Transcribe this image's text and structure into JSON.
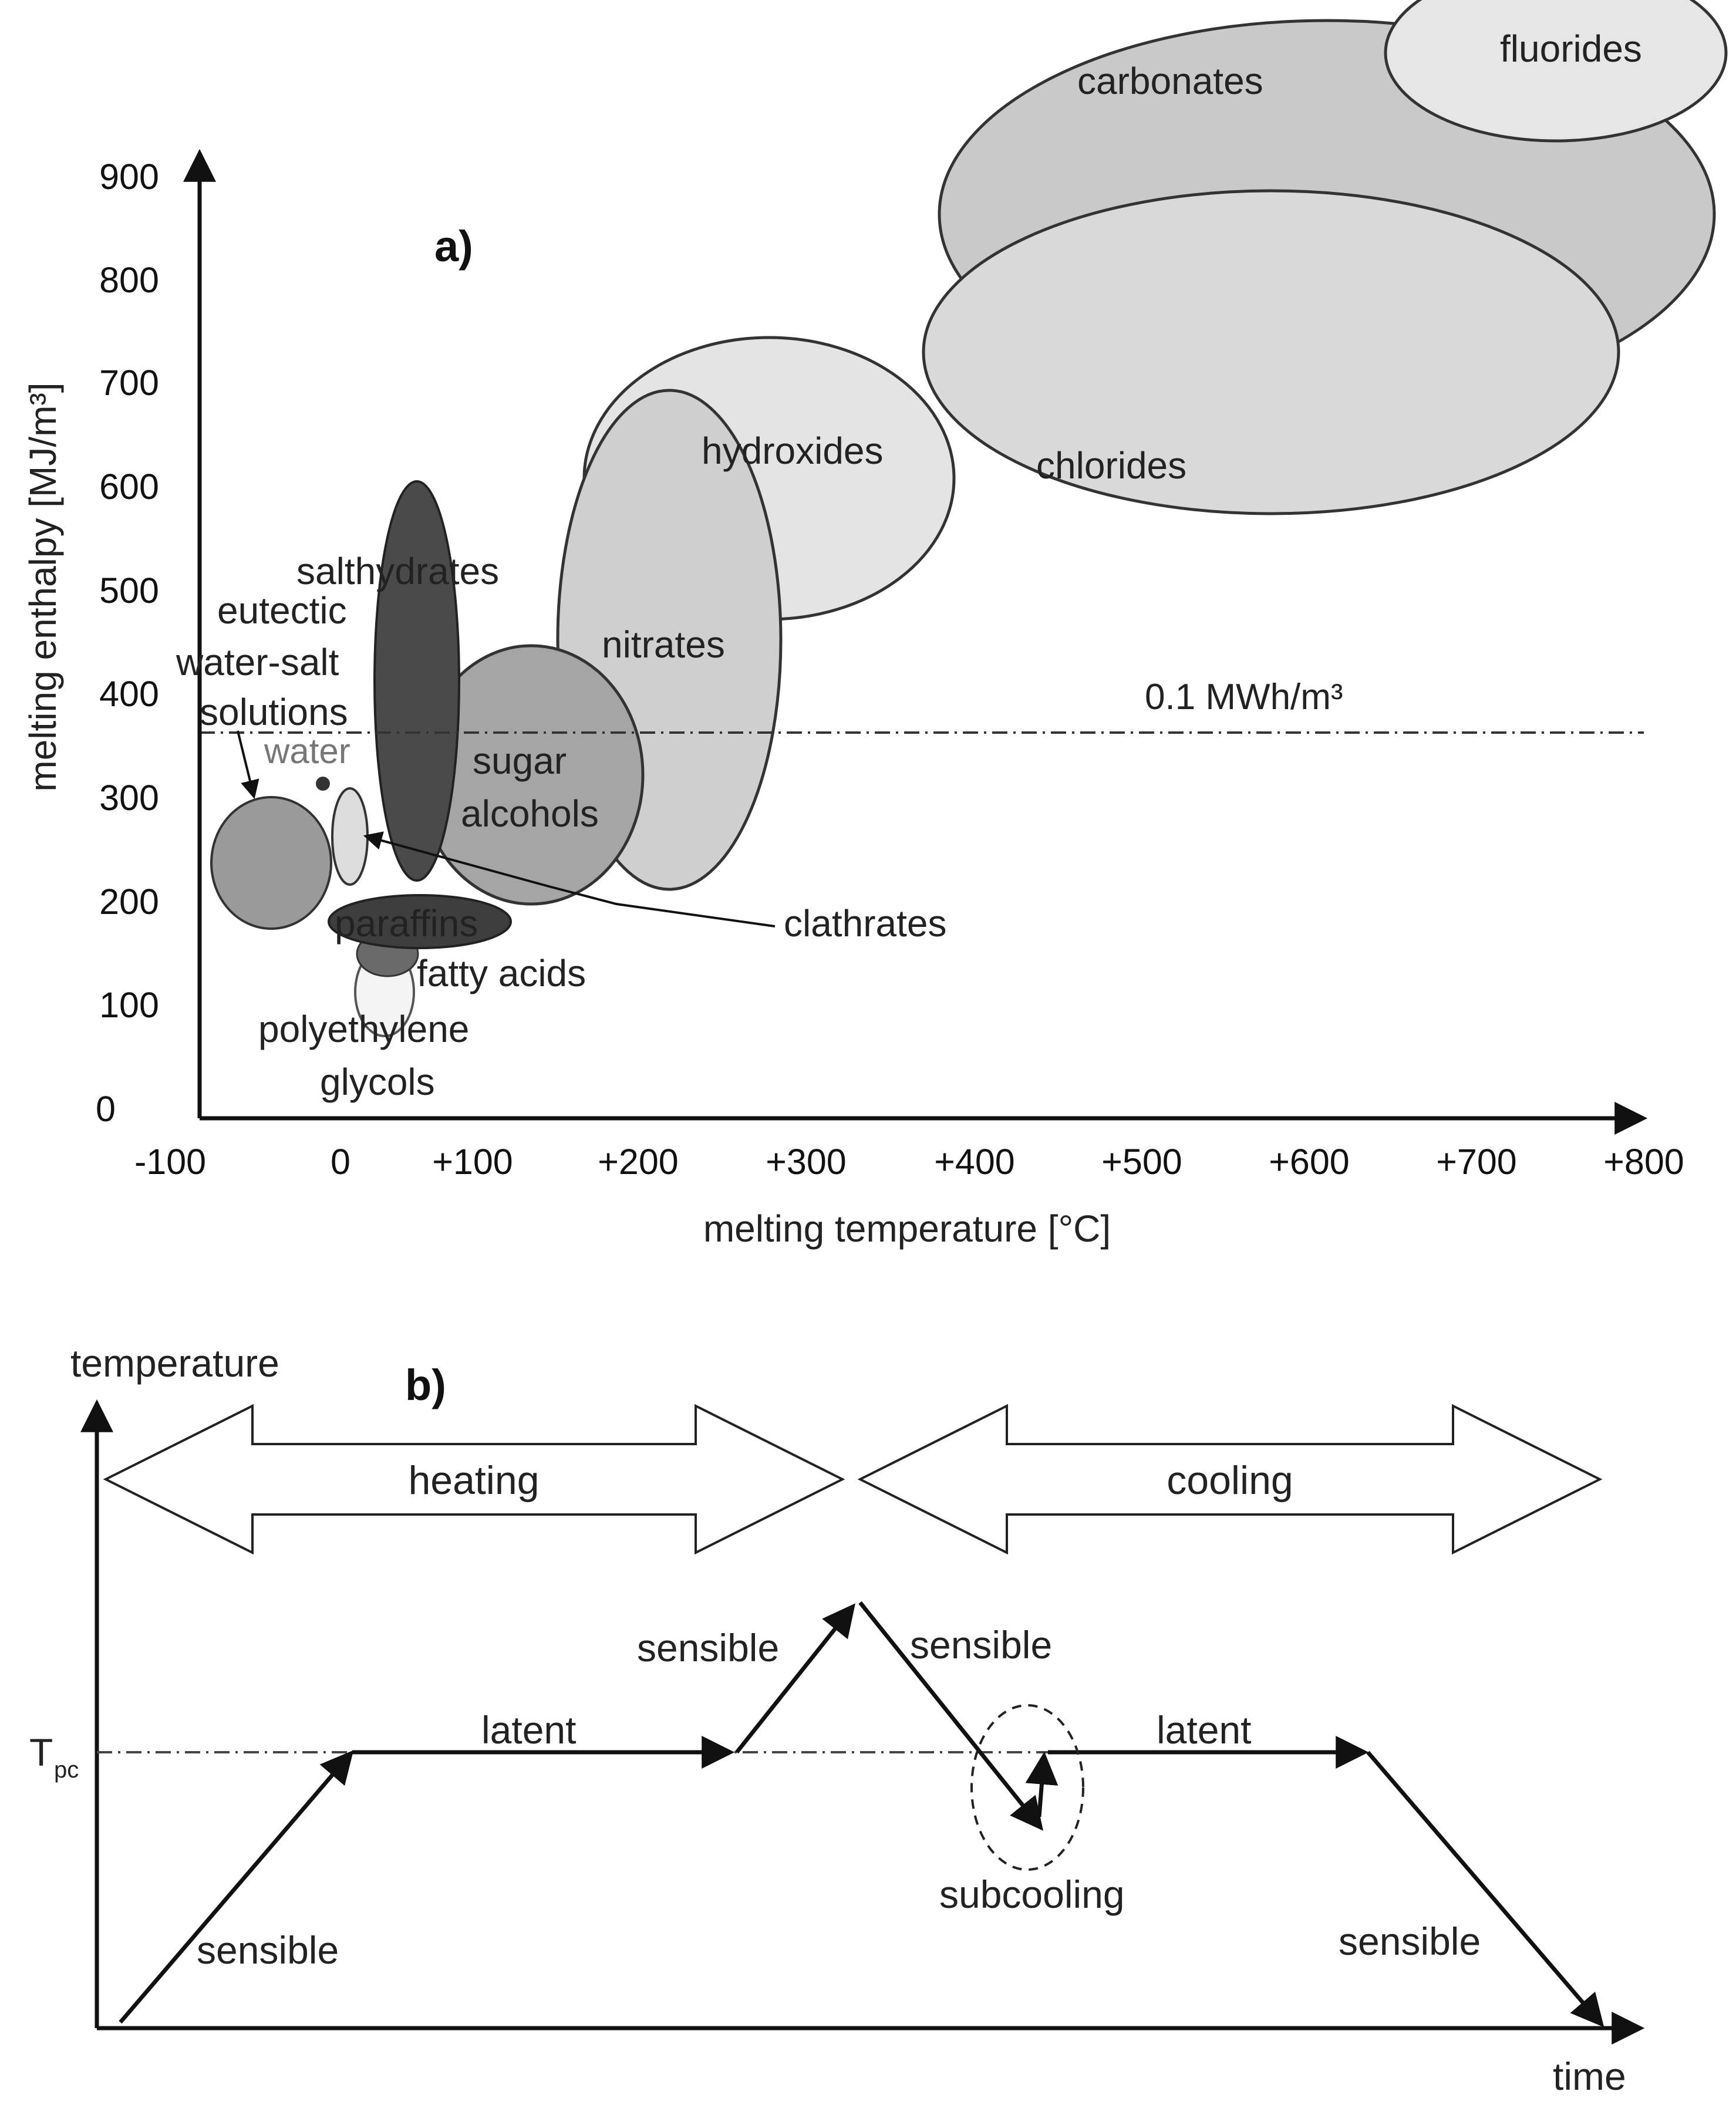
{
  "panel_a": {
    "tag": "a)",
    "y_axis_label": "melting enthalpy [MJ/m³]",
    "x_axis_label": "melting temperature [°C]",
    "y_ticks": [
      "900",
      "800",
      "700",
      "600",
      "500",
      "400",
      "300",
      "200",
      "100",
      "0"
    ],
    "x_ticks": [
      "-100",
      "0",
      "+100",
      "+200",
      "+300",
      "+400",
      "+500",
      "+600",
      "+700",
      "+800"
    ],
    "reference_line": {
      "label": "0.1 MWh/m³",
      "value": 360
    },
    "material_labels": {
      "carbonates": "carbonates",
      "fluorides": "fluorides",
      "chlorides": "chlorides",
      "hydroxides": "hydroxides",
      "nitrates": "nitrates",
      "sugar": "sugar",
      "alcohols": "alcohols",
      "salthydrates": "salthydrates",
      "eutectic_1": "eutectic",
      "eutectic_2": "water-salt",
      "eutectic_3": "solutions",
      "water": "water",
      "clathrates": "clathrates",
      "paraffins": "paraffins",
      "fatty_acids": "fatty acids",
      "peg_1": "polyethylene",
      "peg_2": "glycols"
    }
  },
  "panel_b": {
    "tag": "b)",
    "y_axis_label": "temperature",
    "x_axis_label": "time",
    "tpc_main": "T",
    "tpc_sub": "pc",
    "heating": "heating",
    "cooling": "cooling",
    "sensible_1": "sensible",
    "latent_1": "latent",
    "sensible_2": "sensible",
    "sensible_3": "sensible",
    "subcooling": "subcooling",
    "latent_2": "latent",
    "sensible_4": "sensible"
  },
  "colors": {
    "dark_gray": "#4a4a4a",
    "mid_gray": "#9a9a9a",
    "light_gray": "#d6d6d6",
    "line": "#111111"
  }
}
